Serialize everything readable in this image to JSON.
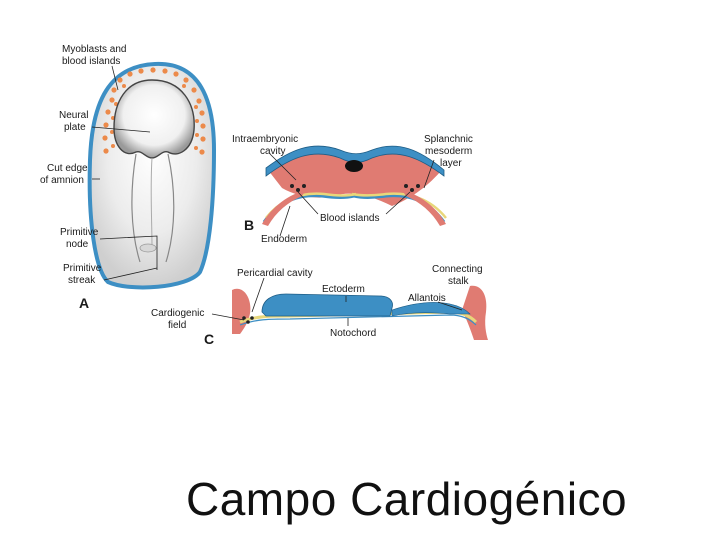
{
  "slide": {
    "title": "Campo Cardiogénico"
  },
  "panels": {
    "a": {
      "letter": "A",
      "labels": {
        "myoblasts": [
          "Myoblasts and",
          "blood islands"
        ],
        "neural_plate": [
          "Neural",
          "plate"
        ],
        "cut_edge": [
          "Cut edge",
          "of amnion"
        ],
        "primitive_node": [
          "Primitive",
          "node"
        ],
        "primitive_streak": [
          "Primitive",
          "streak"
        ]
      }
    },
    "b": {
      "letter": "B",
      "labels": {
        "intraembryonic": [
          "Intraembryonic",
          "cavity"
        ],
        "splanchnic": [
          "Splanchnic",
          "mesoderm",
          "layer"
        ],
        "blood_islands": "Blood islands",
        "endoderm": "Endoderm"
      }
    },
    "c": {
      "letter": "C",
      "labels": {
        "pericardial": "Pericardial cavity",
        "ectoderm": "Ectoderm",
        "connecting": [
          "Connecting",
          "stalk"
        ],
        "allantois": "Allantois",
        "cardiogenic": [
          "Cardiogenic",
          "field"
        ],
        "notochord": "Notochord"
      }
    }
  },
  "colors": {
    "ectoderm_blue": "#3d8fc4",
    "mesoderm_red": "#e07b72",
    "endoderm_yellow": "#e8d77a",
    "dots_orange": "#ec8a4a"
  }
}
